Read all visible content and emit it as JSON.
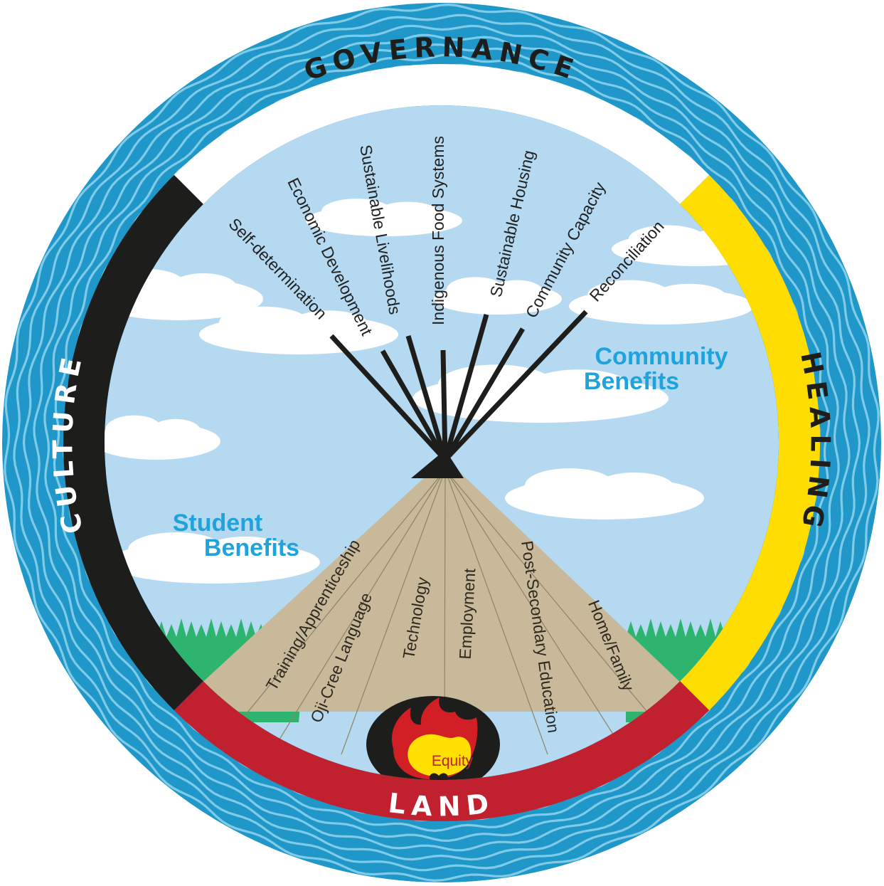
{
  "colors": {
    "water": "#1f97c9",
    "water_wave": "#7fcbe8",
    "sky": "#b4d9f1",
    "cloud": "#ffffff",
    "grass": "#2db46e",
    "lodge": "#c8b99a",
    "culture": "#1d1d1b",
    "healing": "#ffdd00",
    "land": "#c1202f",
    "governance": "#ffffff",
    "benefit_text": "#1fa3dd",
    "fire_outer": "#d21f26",
    "fire_inner": "#ffe000"
  },
  "quadrants": {
    "governance": "GOVERNANCE",
    "culture": "CULTURE",
    "healing": "HEALING",
    "land": "LAND"
  },
  "spokes": [
    {
      "label": "Self-determination"
    },
    {
      "label": "Economic Development"
    },
    {
      "label": "Sustainable Livelihoods"
    },
    {
      "label": "Indigenous Food Systems"
    },
    {
      "label": "Sustainable Housing"
    },
    {
      "label": "Community Capacity"
    },
    {
      "label": "Reconciliation"
    }
  ],
  "lodge_sections": [
    {
      "label": "Training/Apprenticeship"
    },
    {
      "label": "Oji-Cree Language"
    },
    {
      "label": "Technology"
    },
    {
      "label": "Employment"
    },
    {
      "label": "Post-Secondary Education"
    },
    {
      "label": "Home/Family"
    }
  ],
  "community_benefits": {
    "line1": "Community",
    "line2": "Benefits"
  },
  "student_benefits": {
    "line1": "Student",
    "line2": "Benefits"
  },
  "center": {
    "label": "Equity"
  },
  "icons": [
    "water-ring",
    "cloud",
    "grass",
    "lodge",
    "fire-icon",
    "heart-icon"
  ]
}
